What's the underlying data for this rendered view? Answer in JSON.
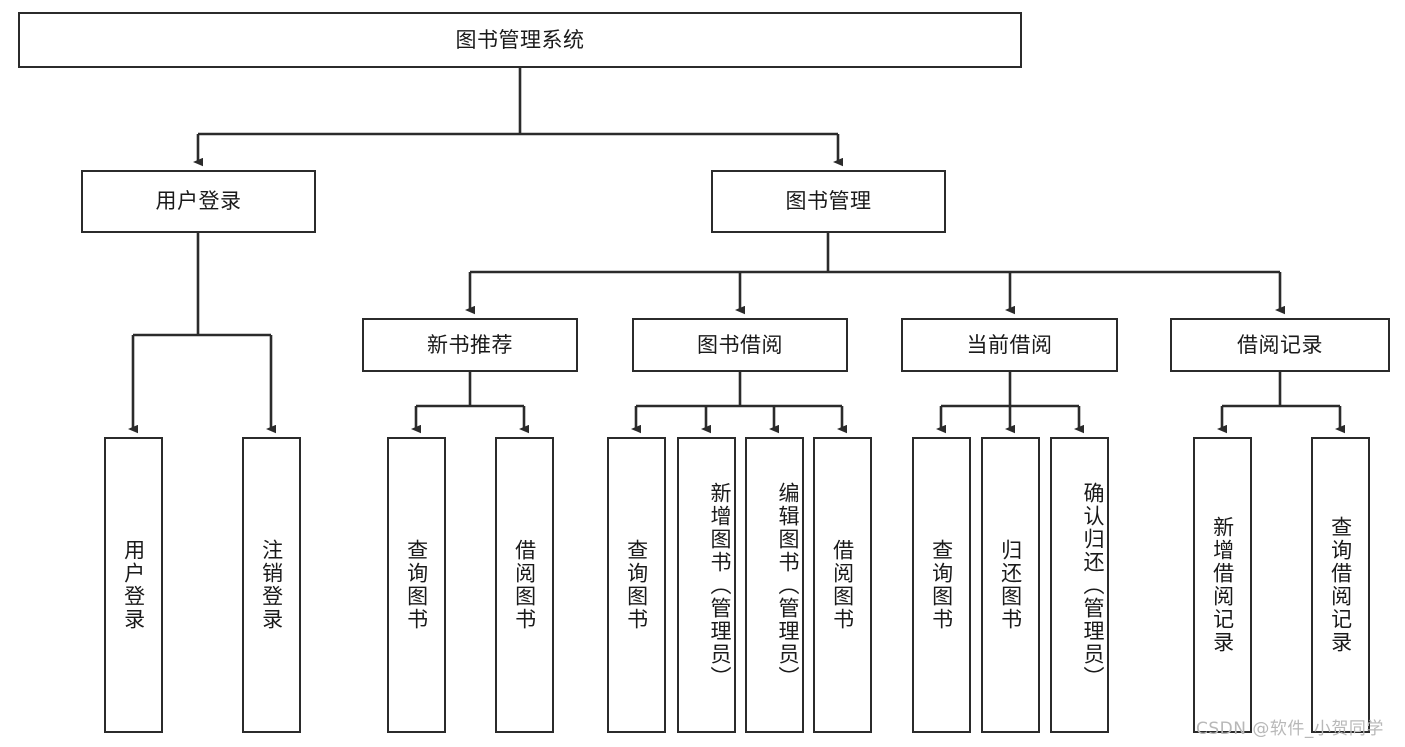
{
  "diagram": {
    "type": "tree",
    "title": "图书管理系统",
    "root": {
      "label": "图书管理系统"
    },
    "level2": [
      {
        "label": "用户登录"
      },
      {
        "label": "图书管理"
      }
    ],
    "level3": [
      {
        "label": "新书推荐"
      },
      {
        "label": "图书借阅"
      },
      {
        "label": "当前借阅"
      },
      {
        "label": "借阅记录"
      }
    ],
    "leaves": {
      "user_login": [
        {
          "label": "用户登录"
        },
        {
          "label": "注销登录"
        }
      ],
      "new_book_recommend": [
        {
          "label": "查询图书"
        },
        {
          "label": "借阅图书"
        }
      ],
      "book_borrow": [
        {
          "label": "查询图书"
        },
        {
          "label": "新增图书（管理员）"
        },
        {
          "label": "编辑图书（管理员）"
        },
        {
          "label": "借阅图书"
        }
      ],
      "current_borrow": [
        {
          "label": "查询图书"
        },
        {
          "label": "归还图书"
        },
        {
          "label": "确认归还（管理员）"
        }
      ],
      "borrow_record": [
        {
          "label": "新增借阅记录"
        },
        {
          "label": "查询借阅记录"
        }
      ]
    }
  },
  "watermark": {
    "text": "CSDN @软件_小贺同学"
  },
  "colors": {
    "stroke": "#2b2b2b",
    "fill": "#ffffff",
    "text": "#1a1a1a",
    "watermark": "#b8b8b8"
  }
}
